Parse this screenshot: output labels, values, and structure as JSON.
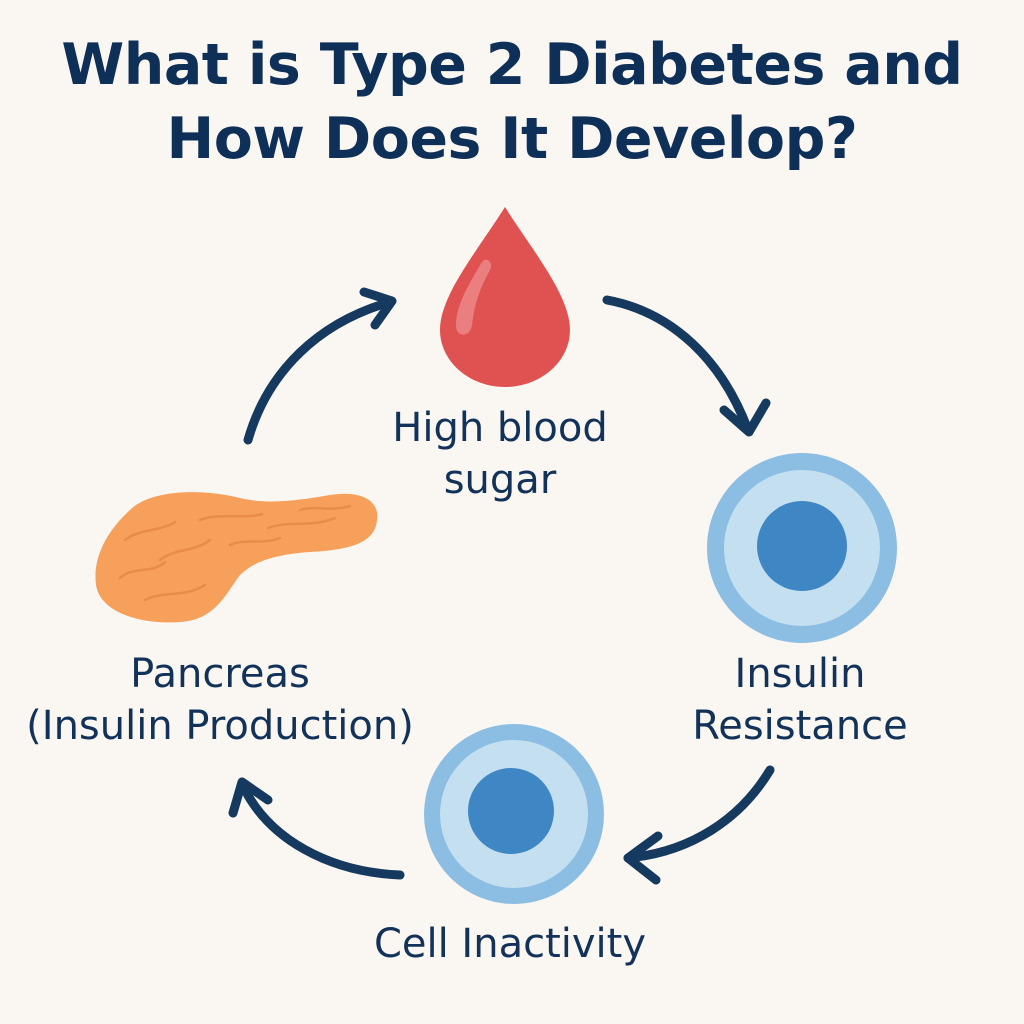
{
  "title": {
    "line1": "What is Type 2 Diabetes and",
    "line2": "How Does It Develop?"
  },
  "stages": {
    "blood": {
      "line1": "High blood",
      "line2": "sugar",
      "icon": "blood-drop-icon"
    },
    "insulin": {
      "line1": "Insulin",
      "line2": "Resistance",
      "icon": "cell-icon"
    },
    "cell": {
      "line1": "Cell Inactivity",
      "icon": "cell-icon"
    },
    "pancreas": {
      "line1": "Pancreas",
      "line2": "(Insulin Production)",
      "icon": "pancreas-icon"
    }
  },
  "colors": {
    "background": "#faf7f2",
    "text": "#0e2f57",
    "arrow": "#163a5f",
    "drop": "#e05252",
    "cell_outer": "#8cbde3",
    "cell_middle": "#c4dff0",
    "cell_nucleus": "#3f87c4",
    "pancreas": "#f6a05c"
  }
}
